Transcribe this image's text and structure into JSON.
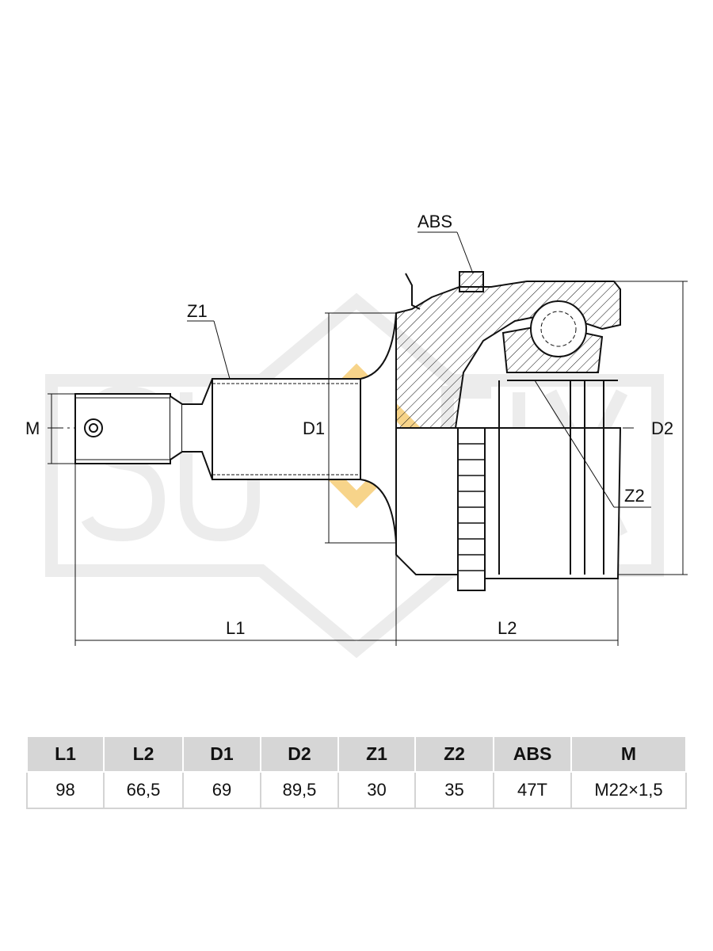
{
  "drawing": {
    "labels": {
      "abs": "ABS",
      "z1": "Z1",
      "z2": "Z2",
      "m": "M",
      "d1": "D1",
      "d2": "D2",
      "l1": "L1",
      "l2": "L2"
    },
    "watermark": "SUFIX",
    "colors": {
      "line": "#111111",
      "watermark": "#e6e6e6",
      "accent": "#f7c76a"
    }
  },
  "spec_table": {
    "headers": [
      "L1",
      "L2",
      "D1",
      "D2",
      "Z1",
      "Z2",
      "ABS",
      "M"
    ],
    "values": [
      "98",
      "66,5",
      "69",
      "89,5",
      "30",
      "35",
      "47T",
      "M22×1,5"
    ]
  }
}
